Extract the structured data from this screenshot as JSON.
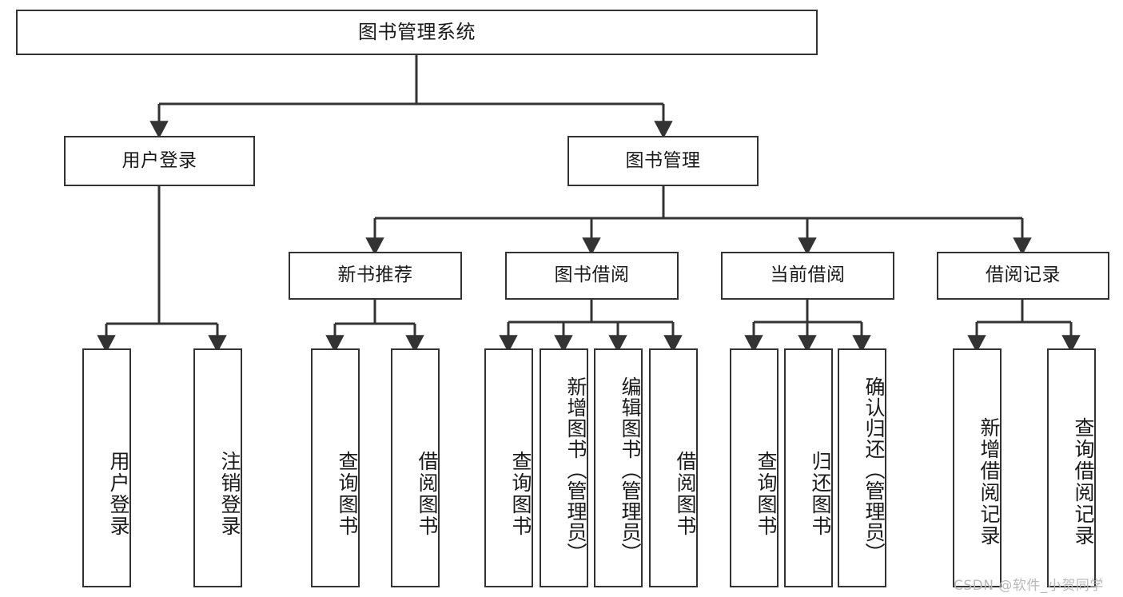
{
  "diagram": {
    "title": "图书管理系统",
    "type": "tree-hierarchy",
    "watermark": "CSDN @软件_小贺同学",
    "colors": {
      "stroke": "#333333",
      "fill": "#ffffff",
      "text": "#1a1a1a",
      "watermark": "#b9b9b9"
    },
    "nodes": {
      "root": {
        "label": "图书管理系统"
      },
      "level2": [
        {
          "id": "user-login",
          "label": "用户登录"
        },
        {
          "id": "book-manage",
          "label": "图书管理"
        }
      ],
      "level3": [
        {
          "id": "new-book-rec",
          "label": "新书推荐"
        },
        {
          "id": "book-borrow",
          "label": "图书借阅"
        },
        {
          "id": "current-borrow",
          "label": "当前借阅"
        },
        {
          "id": "borrow-record",
          "label": "借阅记录"
        }
      ],
      "leaves": {
        "user_login": [
          {
            "id": "leaf-user-login",
            "label": "用户登录"
          },
          {
            "id": "leaf-logout",
            "label": "注销登录"
          }
        ],
        "new_book_rec": [
          {
            "id": "leaf-query-book-1",
            "label": "查询图书"
          },
          {
            "id": "leaf-borrow-book-1",
            "label": "借阅图书"
          }
        ],
        "book_borrow": [
          {
            "id": "leaf-query-book-2",
            "label": "查询图书"
          },
          {
            "id": "leaf-add-book",
            "label": "新增图书（管理员）"
          },
          {
            "id": "leaf-edit-book",
            "label": "编辑图书（管理员）"
          },
          {
            "id": "leaf-borrow-book-2",
            "label": "借阅图书"
          }
        ],
        "current_borrow": [
          {
            "id": "leaf-query-book-3",
            "label": "查询图书"
          },
          {
            "id": "leaf-return-book",
            "label": "归还图书"
          },
          {
            "id": "leaf-confirm-return",
            "label": "确认归还（管理员）"
          }
        ],
        "borrow_record": [
          {
            "id": "leaf-add-record",
            "label": "新增借阅记录"
          },
          {
            "id": "leaf-query-record",
            "label": "查询借阅记录"
          }
        ]
      }
    }
  }
}
